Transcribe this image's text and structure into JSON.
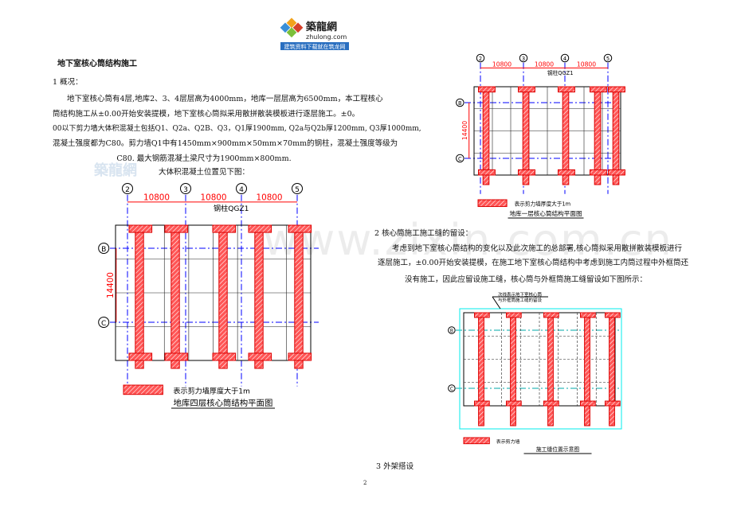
{
  "logo": {
    "name": "築龍網",
    "domain": "zhulong.com",
    "slogan": "建筑资料下载就在筑龙网"
  },
  "watermark": "www.zixin.com.cn",
  "watermark_small": "築龍網",
  "title": "地下室核心筒结构施工",
  "section1": {
    "heading": "1 概况：",
    "lines": [
      "地下室核心筒有4层,地库2、3、4层层高为4000mm，地库一层层高为6500mm，本工程核心",
      "筒结构施工从±0.00开始安装提模，地下室核心筒拟采用散拼散装模板进行逐层施工。±0。",
      "00以下剪力墙大体积混凝土包括Q1、Q2a、Q2B、Q3，Q1厚1900mm, Q2a与Q2b厚1200mm, Q3厚1000mm,",
      "混凝土强度都为C80。剪力墙Q1中有1450mm×900mm×50mm×70mm的钢柱，混凝土强度等级为",
      "C80. 最大钢筋混凝土梁尺寸为1900mm×800mm."
    ],
    "figure_intro": "大体积混凝土位置见下图："
  },
  "fig_left": {
    "axes": [
      "2",
      "3",
      "4",
      "5"
    ],
    "rows": [
      "B",
      "C"
    ],
    "span": "10800",
    "height_dim": "14400",
    "column_label": "钢柱QGZ1",
    "legend": "表示剪力墙厚度大于1m",
    "caption": "地库四层核心筒结构平面图"
  },
  "fig_right1": {
    "axes": [
      "2",
      "3",
      "4",
      "5"
    ],
    "rows": [
      "B",
      "C"
    ],
    "span": "10800",
    "height_dim": "14400",
    "column_label": "钢柱QGZ1",
    "legend": "表示剪力墙厚度大于1m",
    "caption": "地库一层核心筒结构平面图"
  },
  "section2": {
    "heading": "2 核心筒施工施工缝的留设：",
    "lines": [
      "考虑到地下室核心筒结构的变化以及此次施工的总部署,核心筒拟采用散拼散装模板进行",
      "逐层施工，±0.00开始安装提模，在施工地下室核心筒结构中考虑到施工内筒过程中外框筒还",
      "没有施工，因此应留设施工缝，核心筒与外框筒施工缝留设如下图所示："
    ]
  },
  "fig_right2": {
    "rows": [
      "B",
      "C"
    ],
    "note_line1": "次线表示地下室核心筒",
    "note_line2": "与外框筒施工缝的留设",
    "legend": "表示剪力墙",
    "caption": "施工缝位置示意图"
  },
  "section3": {
    "heading": "3 外架搭设"
  },
  "page_number": "2",
  "colors": {
    "wall": "#e00000",
    "axis": "#0000ff",
    "dim": "#ff0000",
    "outline": "#00e0e0"
  }
}
